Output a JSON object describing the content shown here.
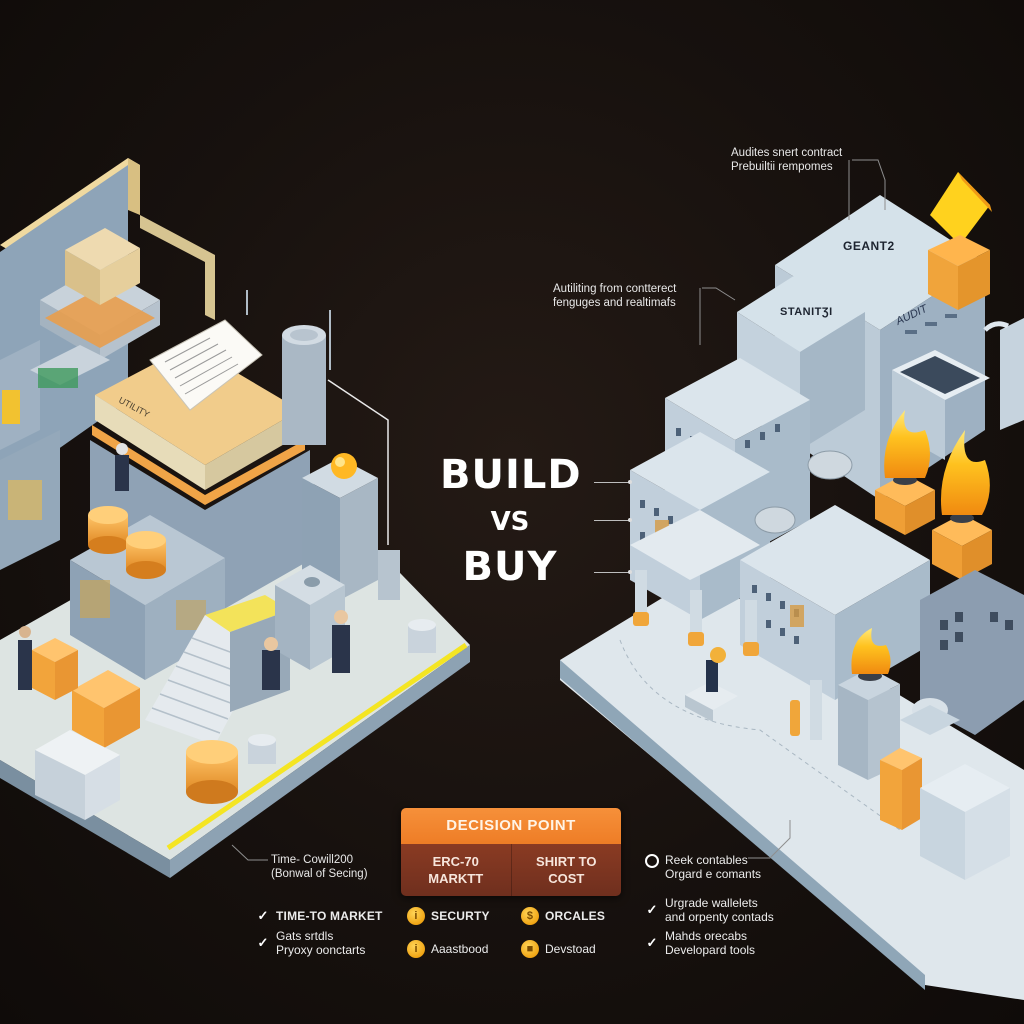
{
  "title": {
    "line1": "BUILD",
    "line2": "VS",
    "line3": "BUY"
  },
  "left_scene": {
    "description": "Isometric build workshop: stacked blueprints, document, coins, workers, machinery",
    "engraved_label": "UTILITY",
    "callout": {
      "line1": "Time- Cowill200",
      "line2": "(Bonwal of Secing)"
    }
  },
  "right_scene": {
    "description": "Isometric city of prebuilt audited buildings with flames, columns and a worker",
    "building_labels": [
      "GEANT2",
      "STANITƷI",
      "AUDIT"
    ],
    "callout_top": {
      "line1": "Audites snert contract",
      "line2": "Prebuiltii rempomes"
    },
    "callout_mid": {
      "line1": "Autiliting from contterect",
      "line2": "fenguges and realtimafs"
    }
  },
  "decision_point": {
    "heading": "DECISION POINT",
    "cells": [
      {
        "line1": "ERC-70",
        "line2": "MARKTT"
      },
      {
        "line1": "SHIRT TO",
        "line2": "COST"
      }
    ]
  },
  "build_list": [
    {
      "icon": "check-icon",
      "lines": [
        "TIME-TO MARKET"
      ],
      "bold": true
    },
    {
      "icon": "check-icon",
      "lines": [
        "Gats srtdls",
        "Pryoxy oonctarts"
      ],
      "bold": false
    }
  ],
  "middle_list": [
    {
      "icon": "coin-icon",
      "glyph": "i",
      "label": "SECURTY",
      "bold": true
    },
    {
      "icon": "coin-icon",
      "glyph": "i",
      "label": "Aaastbood",
      "bold": false
    },
    {
      "icon": "coin-icon",
      "glyph": "$",
      "label": "ORCALES",
      "bold": true
    },
    {
      "icon": "coin-icon",
      "glyph": "■",
      "label": "Devstoad",
      "bold": false
    }
  ],
  "buy_list": [
    {
      "icon": "circle-icon",
      "lines": [
        "Reek contables",
        "Orgard e comants"
      ]
    },
    {
      "icon": "check-icon",
      "lines": [
        "Urgrade wallelets",
        "and orpenty contads"
      ]
    },
    {
      "icon": "check-icon",
      "lines": [
        "Mahds orecabs",
        "Developard tools"
      ]
    }
  ],
  "colors": {
    "background": "#15100d",
    "accent_orange": "#f28a30",
    "decision_body": "#7c3421",
    "building_blue": "#c9d8e3",
    "floor_light": "#dfe6e6",
    "highlight_yellow": "#f3e02a",
    "gold": "#f4a82b"
  }
}
